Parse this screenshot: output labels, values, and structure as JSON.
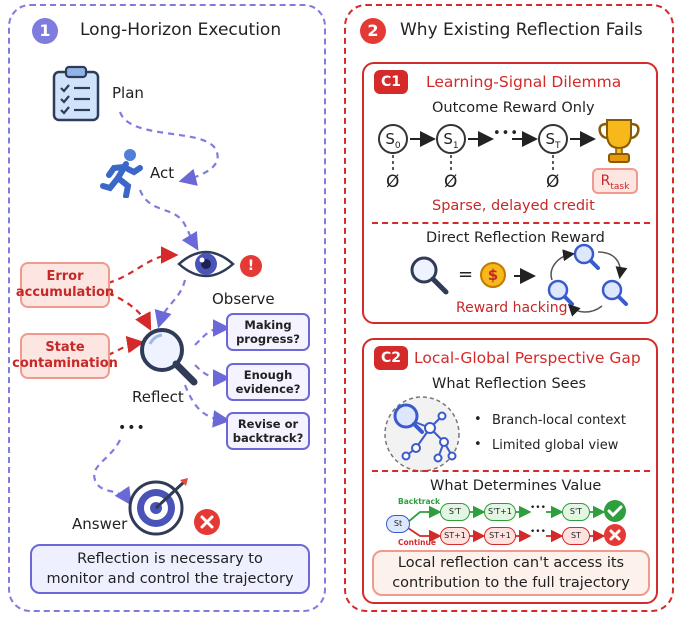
{
  "left": {
    "number": "1",
    "title": "Long-Horizon Execution",
    "plan_label": "Plan",
    "act_label": "Act",
    "observe_label": "Observe",
    "reflect_label": "Reflect",
    "answer_label": "Answer",
    "ellipsis": "•••",
    "error_boxes": [
      {
        "line1": "Error",
        "line2": "accumulation"
      },
      {
        "line1": "State",
        "line2": "contamination"
      }
    ],
    "questions": [
      {
        "line1": "Making",
        "line2": "progress?"
      },
      {
        "line1": "Enough",
        "line2": "evidence?"
      },
      {
        "line1": "Revise or",
        "line2": "backtrack?"
      }
    ],
    "note_line1": "Reflection is necessary to",
    "note_line2": "monitor and control the trajectory",
    "alert_mark": "!"
  },
  "right": {
    "number": "2",
    "title": "Why Existing Reflection Fails",
    "c1": {
      "badge": "C1",
      "title": "Learning-Signal Dilemma",
      "outcome_title": "Outcome Reward Only",
      "states": [
        "S0",
        "S1",
        "ST"
      ],
      "state_base": "S",
      "state_subs": [
        "0",
        "1",
        "T"
      ],
      "null_symbol": "Ø",
      "dots": "•••",
      "reward_label": "R",
      "reward_sub": "task",
      "sparse_label": "Sparse, delayed credit",
      "direct_title": "Direct Reflection Reward",
      "equals": "=",
      "dollar": "$",
      "hacking_label": "Reward hacking"
    },
    "c2": {
      "badge": "C2",
      "title": "Local-Global Perspective Gap",
      "sees_title": "What Reflection Sees",
      "bullets": [
        "Branch-local context",
        "Limited global view"
      ],
      "value_title": "What Determines Value",
      "backtrack_label": "Backtrack",
      "continue_label": "Continue",
      "root_node": "St",
      "top_nodes": [
        "S'T",
        "S'T+1",
        "S'T"
      ],
      "bottom_nodes": [
        "ST+1",
        "ST+1",
        "ST"
      ],
      "note_line1": "Local reflection can't access its",
      "note_line2": "contribution to the full trajectory"
    }
  },
  "colors": {
    "purple": "#6b68d8",
    "red": "#d42a2a",
    "green": "#2e9e3e"
  }
}
